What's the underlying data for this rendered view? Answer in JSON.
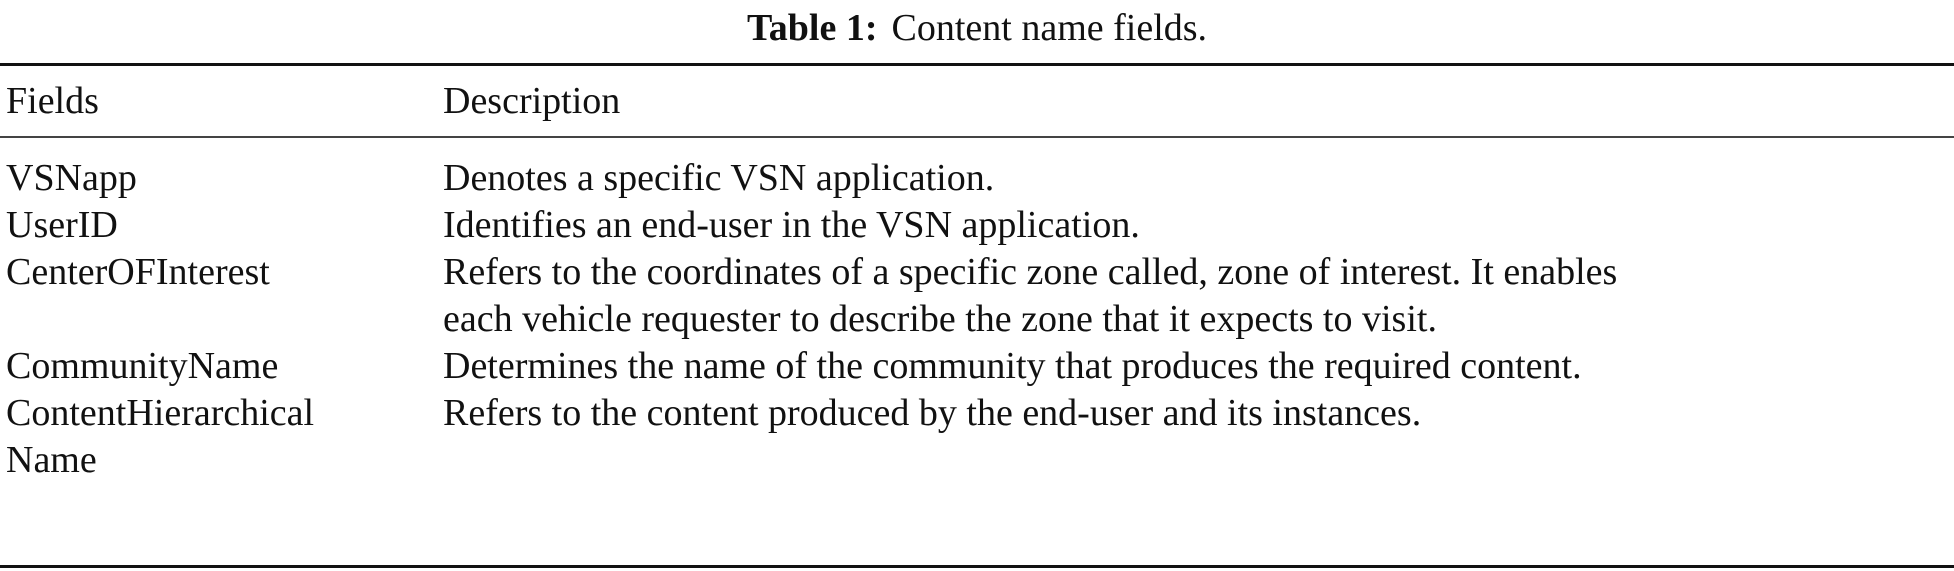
{
  "caption": {
    "label": "Table 1:",
    "text": "Content name fields."
  },
  "table": {
    "headers": [
      "Fields",
      "Description"
    ],
    "rows": [
      {
        "field": "VSNapp",
        "desc": [
          "Denotes a specific VSN application."
        ]
      },
      {
        "field": "UserID",
        "desc": [
          "Identifies an end-user in the VSN application."
        ]
      },
      {
        "field": "CenterOFInterest",
        "desc": [
          "Refers to the coordinates of a specific zone called, zone of interest. It enables",
          "each vehicle requester to describe the zone that it expects to visit."
        ]
      },
      {
        "field": "CommunityName",
        "desc": [
          "Determines the name of the community that produces the required content."
        ]
      },
      {
        "field": "ContentHierarchical Name",
        "field_lines": [
          "ContentHierarchical",
          "Name"
        ],
        "desc": [
          "Refers to the content produced by the end-user and its instances."
        ]
      }
    ]
  }
}
